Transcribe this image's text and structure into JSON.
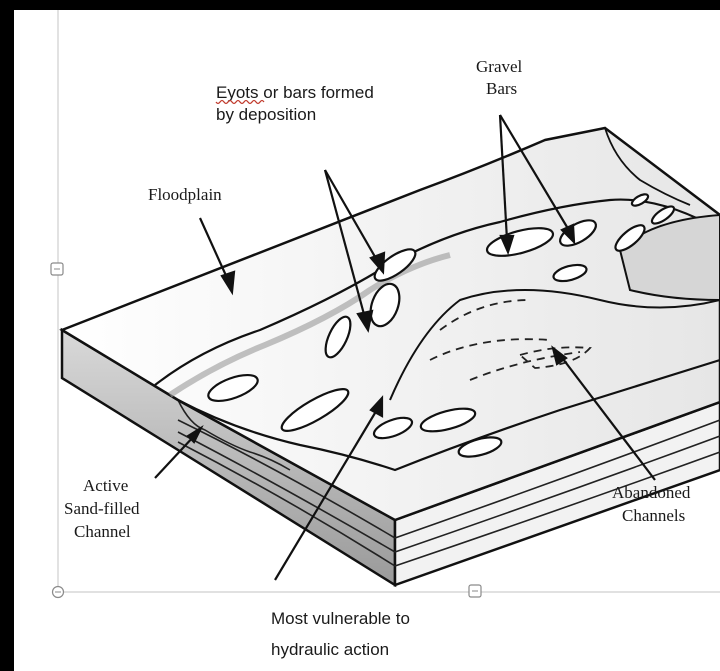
{
  "labels": {
    "floodplain": "Floodplain",
    "gravel_bars_line1": "Gravel",
    "gravel_bars_line2": "Bars",
    "eyots_line1": "Eyots or bars formed",
    "eyots_line2": "by deposition",
    "active_line1": "Active",
    "active_line2": "Sand-filled",
    "active_line3": "Channel",
    "abandoned_line1": "Abandoned",
    "abandoned_line2": "Channels",
    "vulnerable_line1": "Most vulnerable to",
    "vulnerable_line2": "hydraulic action"
  },
  "colors": {
    "background": "#000000",
    "canvas": "#ffffff",
    "ink": "#1a1a1a",
    "shade": "#c9c9c9",
    "guide": "#bdbdbd",
    "spellcheck": "#c0392b"
  },
  "icons": [
    "resize-handle-icon"
  ]
}
